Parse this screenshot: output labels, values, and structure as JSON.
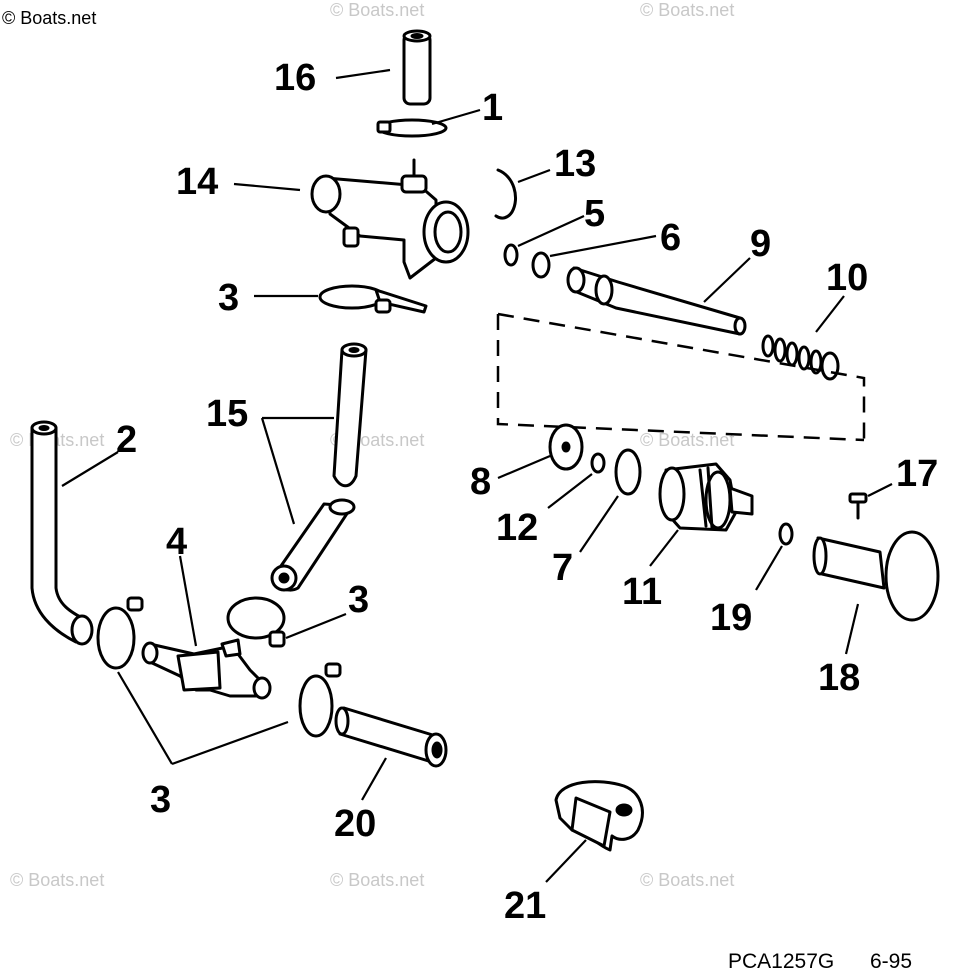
{
  "watermark": {
    "main": "© Boats.net",
    "faint": "© Boats.net"
  },
  "callouts": {
    "c1": "1",
    "c2": "2",
    "c3a": "3",
    "c3b": "3",
    "c3c": "3",
    "c4": "4",
    "c5": "5",
    "c6": "6",
    "c7": "7",
    "c8": "8",
    "c9": "9",
    "c10": "10",
    "c11": "11",
    "c12": "12",
    "c13": "13",
    "c14": "14",
    "c15": "15",
    "c16": "16",
    "c17": "17",
    "c18": "18",
    "c19": "19",
    "c20": "20",
    "c21": "21"
  },
  "footer": {
    "drawing_code": "PCA1257G",
    "date_code": "6-95"
  }
}
